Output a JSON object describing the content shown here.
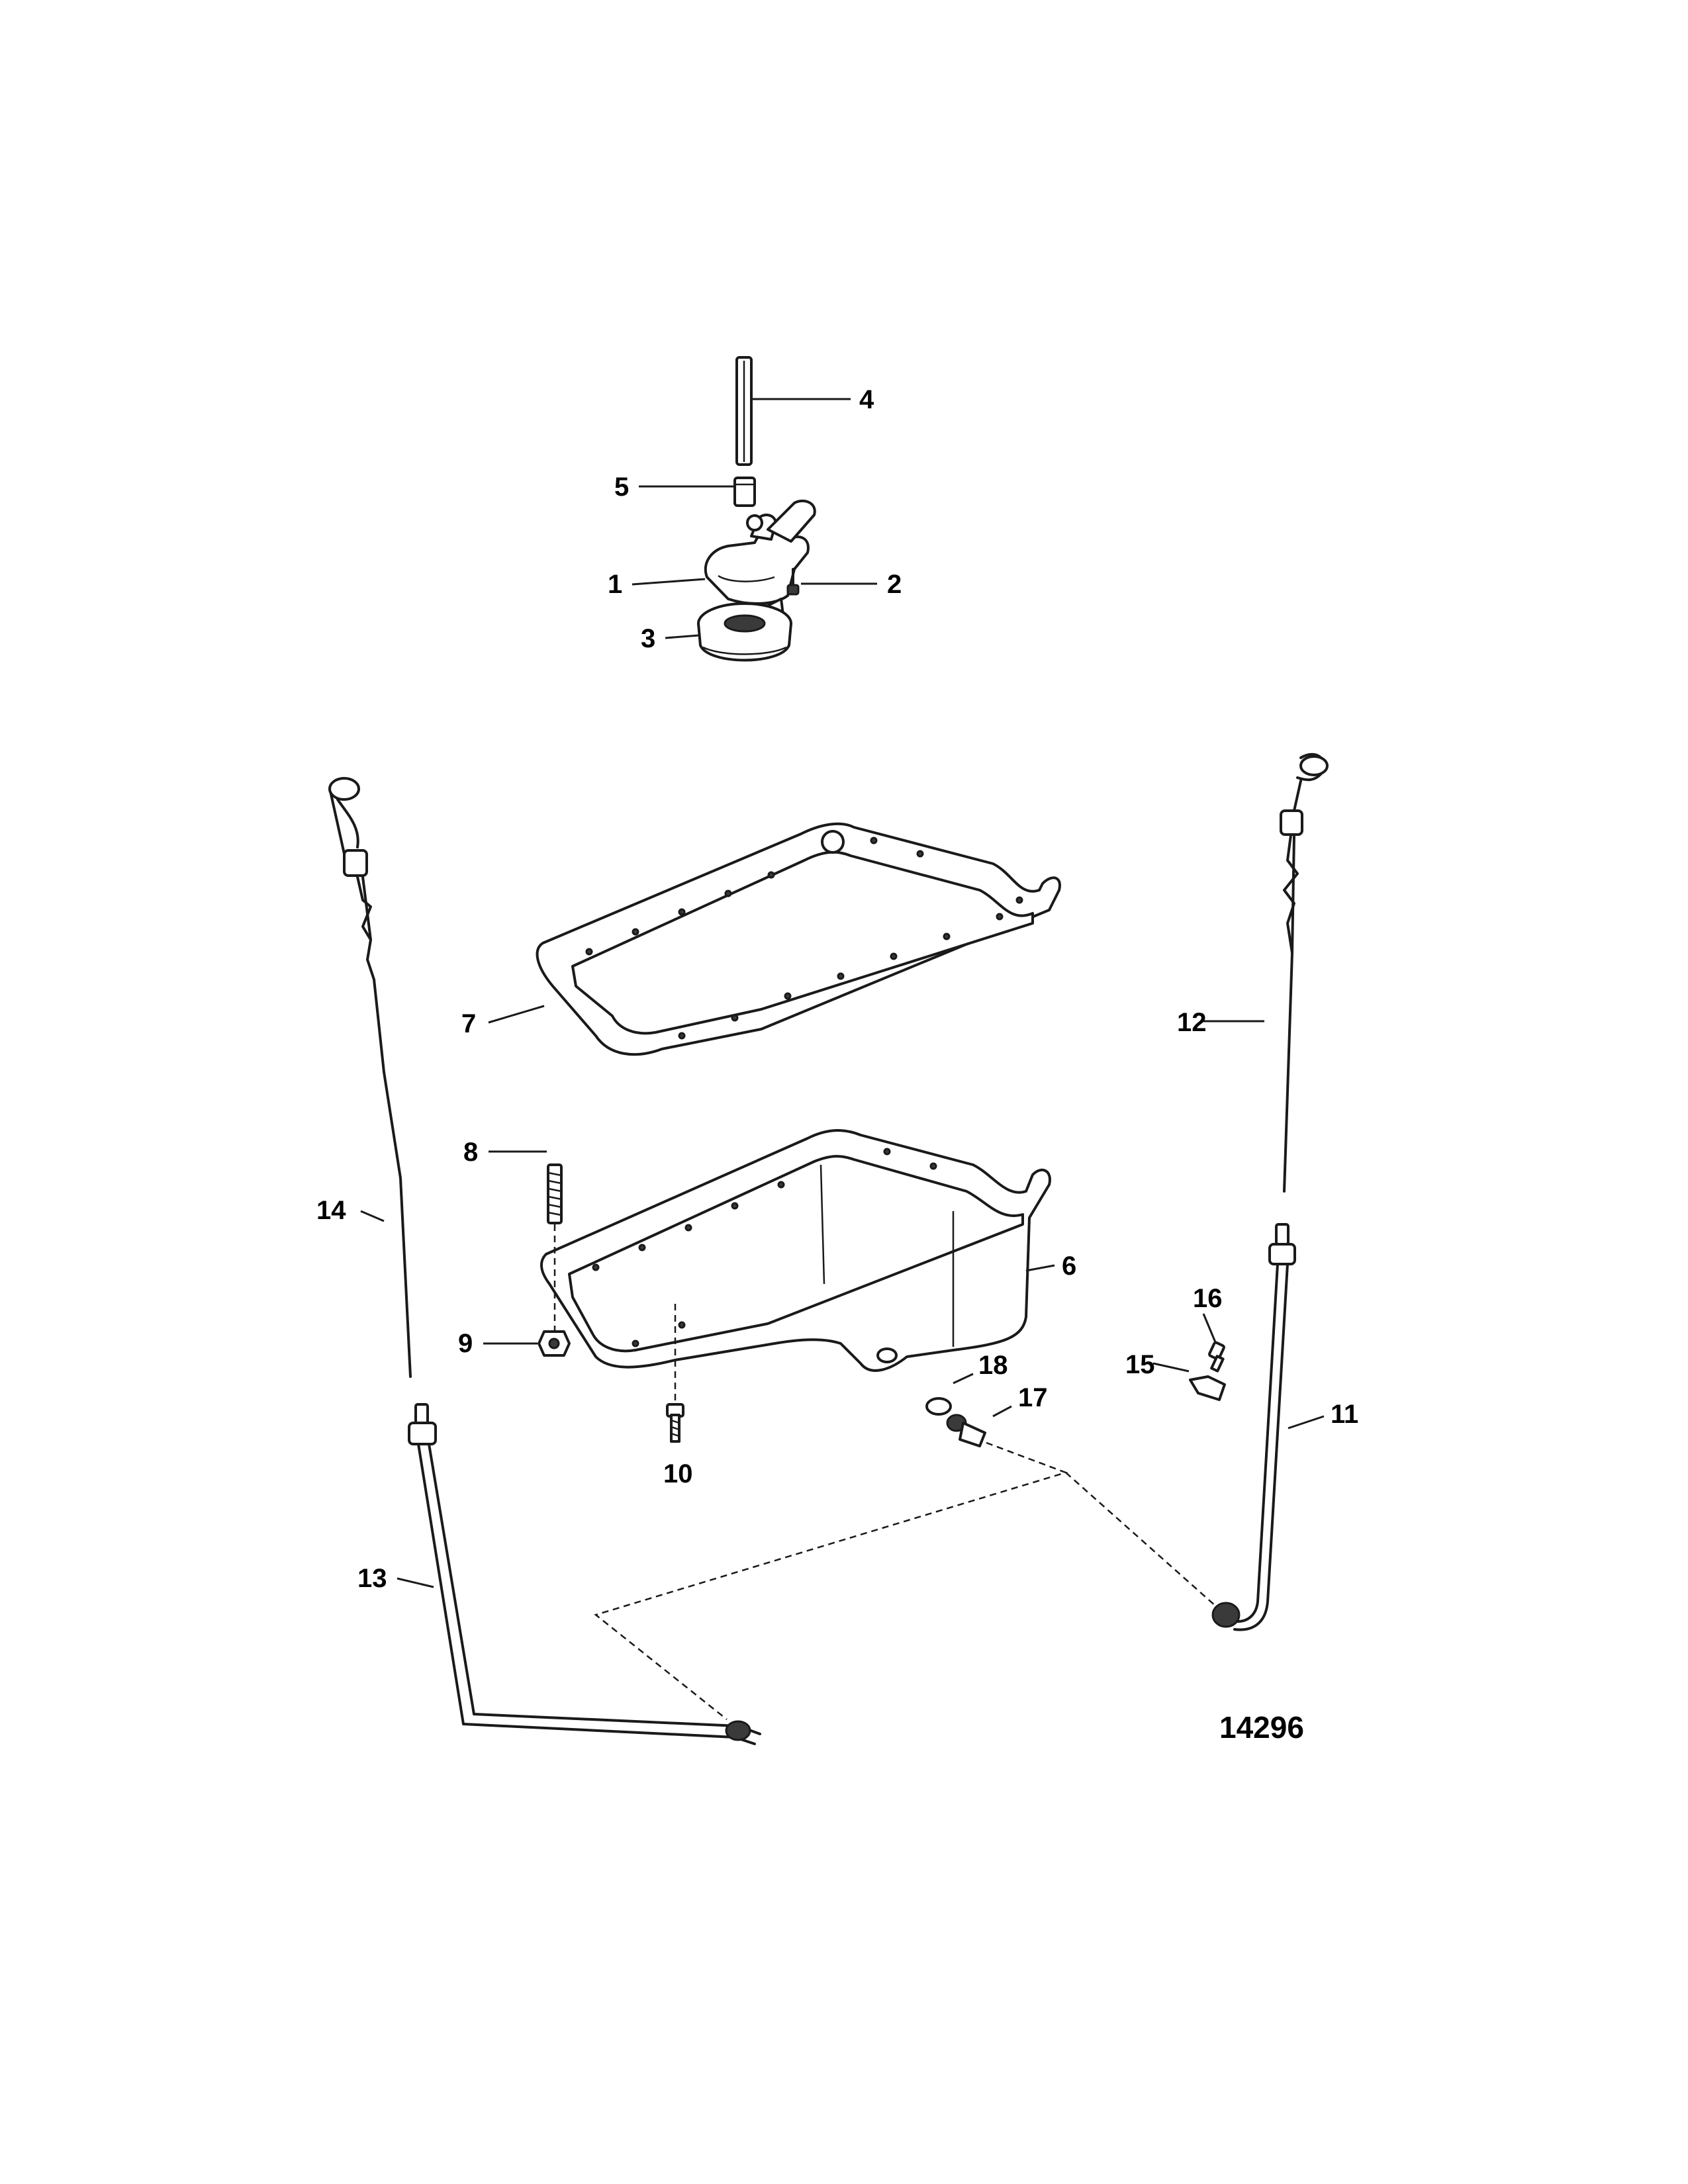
{
  "figure_id": "14296",
  "callouts": {
    "c1": "1",
    "c2": "2",
    "c3": "3",
    "c4": "4",
    "c5": "5",
    "c6": "6",
    "c7": "7",
    "c8": "8",
    "c9": "9",
    "c10": "10",
    "c11": "11",
    "c12": "12",
    "c13": "13",
    "c14": "14",
    "c15": "15",
    "c16": "16",
    "c17": "17",
    "c18": "18"
  }
}
